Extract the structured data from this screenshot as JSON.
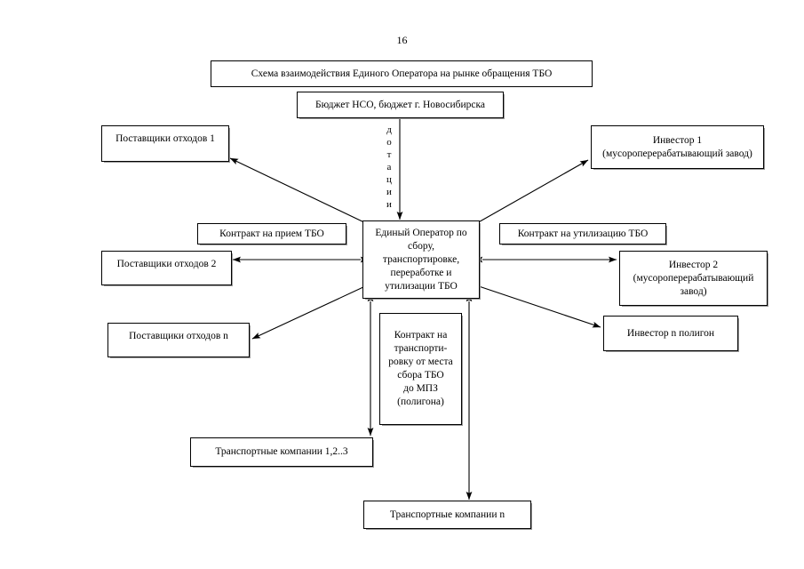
{
  "page": {
    "number": "16"
  },
  "title_box": {
    "text": "Схема взаимодействия Единого Оператора на рынке обращения ТБО"
  },
  "budget_box": {
    "text": "Бюджет НСО, бюджет г. Новосибирска"
  },
  "subsidy_label": {
    "text": "дотации",
    "letters": [
      "д",
      "о",
      "т",
      "а",
      "ц",
      "и",
      "и"
    ]
  },
  "center_box": {
    "text": "Единый Оператор по\nсбору,\nтранспортировке,\nпереработке и\nутилизации ТБО"
  },
  "left_nodes": [
    {
      "name": "suppliers-1",
      "text": "Поставщики отходов 1"
    },
    {
      "name": "suppliers-2",
      "text": "Поставщики отходов 2"
    },
    {
      "name": "suppliers-n",
      "text": "Поставщики отходов n"
    }
  ],
  "right_nodes": [
    {
      "name": "investor-1",
      "text": "Инвестор 1\n(мусороперерабатывающий завод)"
    },
    {
      "name": "investor-2",
      "text": "Инвестор 2\n(мусороперерабатывающий\nзавод)"
    },
    {
      "name": "investor-n",
      "text": "Инвестор n полигон"
    }
  ],
  "contracts": {
    "intake": "Контракт на прием ТБО",
    "disposal": "Контракт на утилизацию ТБО",
    "transport": "Контракт на\nтранспорти-\nровку от места\nсбора ТБО\nдо МПЗ\n(полигона)"
  },
  "bottom_nodes": [
    {
      "name": "transport-companies-123",
      "text": "Транспортные компании 1,2..3"
    },
    {
      "name": "transport-companies-n",
      "text": "Транспортные компании n"
    }
  ],
  "colors": {
    "line": "#000000",
    "box_border": "#000000",
    "shadow": "#9a9a9a",
    "background": "#ffffff"
  }
}
